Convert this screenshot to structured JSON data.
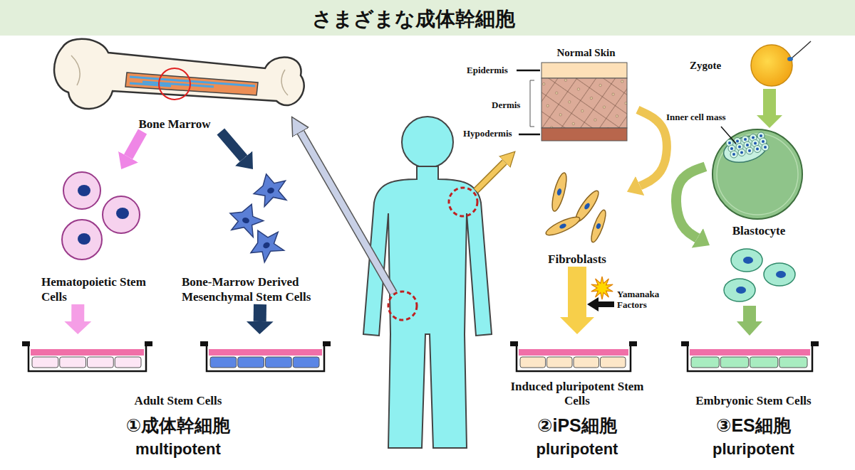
{
  "diagram": {
    "title": "さまざまな成体幹細胞",
    "nodes": [
      {
        "text": [
          "Bone Marrow"
        ]
      },
      {
        "text": [
          "Hematopoietic Stem Cells"
        ]
      },
      {
        "text": [
          "Bone-Marrow Derived Mesenchymal Stem Cells"
        ]
      },
      {
        "text": [
          "Adult Stem Cells",
          "①成体幹細胞",
          "multipotent"
        ]
      },
      {
        "text": [
          "Normal Skin"
        ]
      },
      {
        "text": [
          "Fibroblasts"
        ]
      },
      {
        "text": [
          "Induced pluripotent Stem Cells",
          "②iPS細胞",
          "pluripotent"
        ]
      },
      {
        "text": [
          "Zygote"
        ]
      },
      {
        "text": [
          "Blastocyte"
        ]
      },
      {
        "text": [
          "Embryonic Stem Cells",
          "③ES細胞",
          "pluripotent"
        ]
      }
    ],
    "edges": [
      {
        "from": 0,
        "to": 1,
        "arrow": "to"
      },
      {
        "from": 0,
        "to": 2,
        "arrow": "to"
      },
      {
        "from": 1,
        "to": 3,
        "arrow": "to"
      },
      {
        "from": 2,
        "to": 3,
        "arrow": "to"
      },
      {
        "from": 4,
        "to": 5,
        "arrow": "to"
      },
      {
        "from": 5,
        "to": 6,
        "arrow": "to"
      },
      {
        "from": 7,
        "to": 8,
        "arrow": "to"
      },
      {
        "from": 8,
        "to": 9,
        "arrow": "to"
      }
    ],
    "labels": [
      "Epidermis",
      "Dermis",
      "Hypodermis",
      "Yamanaka Factors",
      "Inner cell mass"
    ]
  }
}
